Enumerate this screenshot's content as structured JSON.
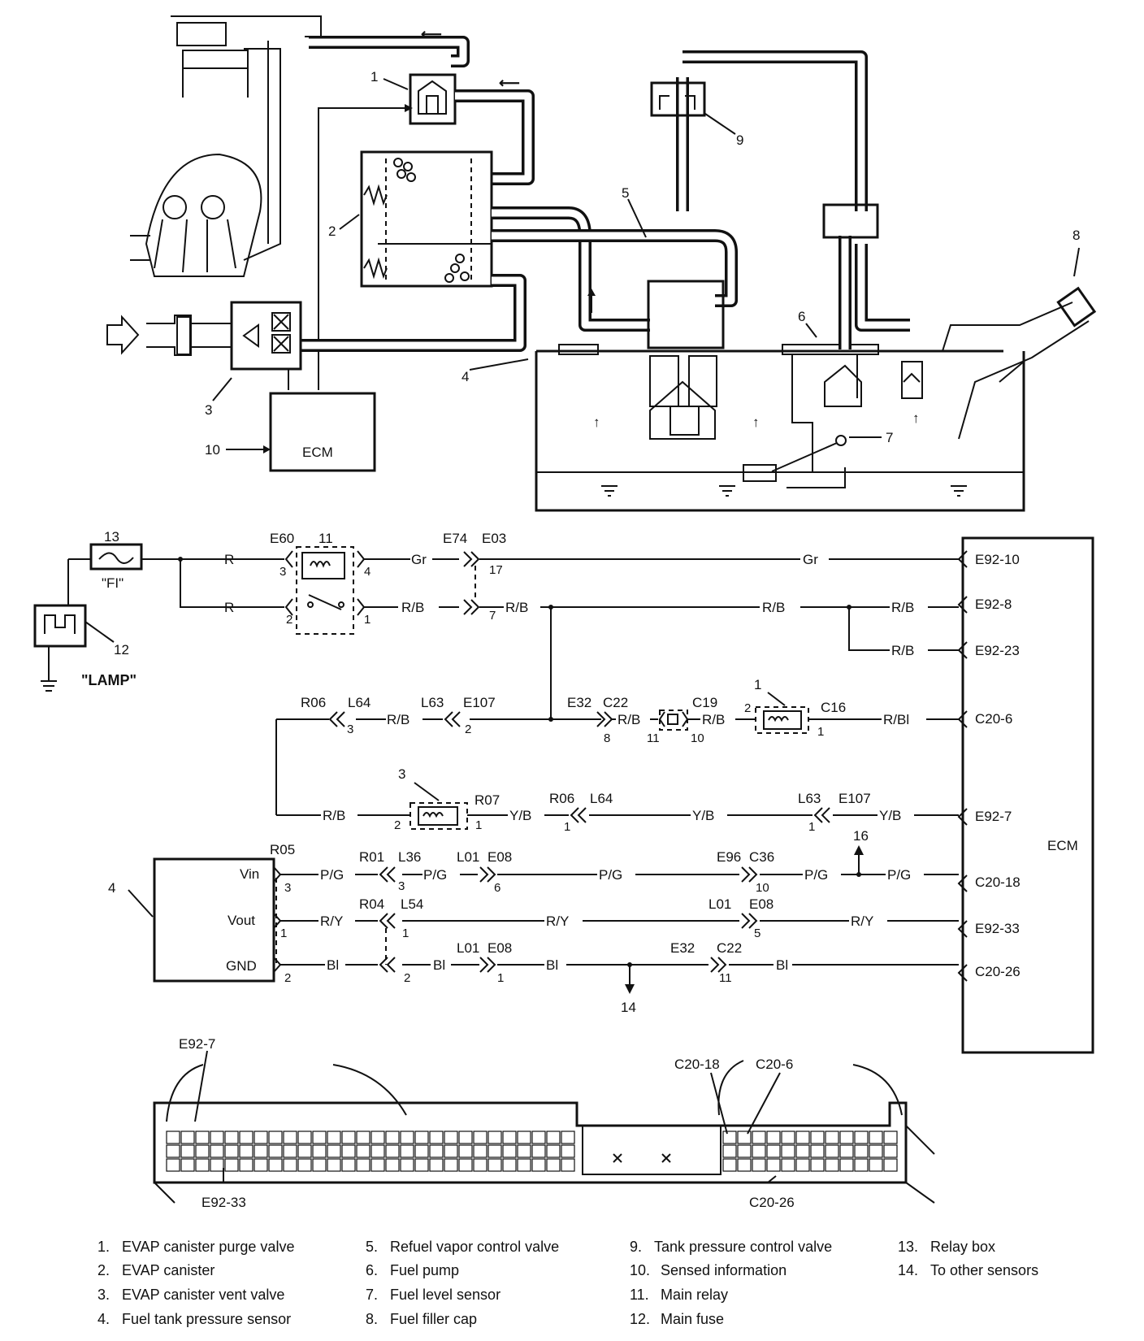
{
  "physical": {
    "callouts": [
      "1",
      "2",
      "3",
      "4",
      "5",
      "6",
      "7",
      "8",
      "9",
      "10"
    ],
    "ecm_label": "ECM"
  },
  "schematic": {
    "ecm_label": "ECM",
    "fuse_label": "\"FI\"",
    "lamp_label": "\"LAMP\"",
    "sensor_pins": {
      "vin": "Vin",
      "vout": "Vout",
      "gnd": "GND"
    },
    "component_numbers": {
      "relay_box": "13",
      "main_relay": "11",
      "main_fuse": "12",
      "purge_valve": "1",
      "vent_valve": "3",
      "pressure_sensor": "4",
      "to_sensor_16": "16",
      "to_other_sensors": "14"
    },
    "ecm_terminals": [
      "E92-10",
      "E92-8",
      "E92-23",
      "C20-6",
      "E92-7",
      "C20-18",
      "E92-33",
      "C20-26"
    ],
    "wire_colors": {
      "gr": "Gr",
      "r": "R",
      "rb": "R/B",
      "rbl": "R/Bl",
      "yb": "Y/B",
      "pg": "P/G",
      "ry": "R/Y",
      "bl": "Bl"
    },
    "connectors": {
      "e60": "E60",
      "e74": "E74",
      "e03": "E03",
      "r06": "R06",
      "l64": "L64",
      "l63": "L63",
      "e107": "E107",
      "e32": "E32",
      "c22": "C22",
      "c19": "C19",
      "c16": "C16",
      "r07": "R07",
      "r05": "R05",
      "r01": "R01",
      "l36": "L36",
      "l01": "L01",
      "e08": "E08",
      "e96": "E96",
      "c36": "C36",
      "r04": "R04",
      "l54": "L54"
    },
    "pin_numbers": [
      "3",
      "4",
      "2",
      "1",
      "17",
      "7",
      "3",
      "2",
      "8",
      "11",
      "10",
      "2",
      "1",
      "2",
      "1",
      "1",
      "1",
      "3",
      "3",
      "6",
      "10",
      "1",
      "1",
      "5",
      "2",
      "2",
      "1",
      "11"
    ]
  },
  "connector_view": {
    "callouts": [
      "E92-7",
      "E92-33",
      "C20-18",
      "C20-6",
      "C20-26"
    ]
  },
  "legend": [
    {
      "num": "1.",
      "text": "EVAP canister purge valve"
    },
    {
      "num": "2.",
      "text": "EVAP canister"
    },
    {
      "num": "3.",
      "text": "EVAP canister vent valve"
    },
    {
      "num": "4.",
      "text": "Fuel tank pressure sensor"
    },
    {
      "num": "5.",
      "text": "Refuel vapor control valve"
    },
    {
      "num": "6.",
      "text": "Fuel pump"
    },
    {
      "num": "7.",
      "text": "Fuel level sensor"
    },
    {
      "num": "8.",
      "text": "Fuel filler cap"
    },
    {
      "num": "9.",
      "text": "Tank pressure control valve"
    },
    {
      "num": "10.",
      "text": "Sensed information"
    },
    {
      "num": "11.",
      "text": "Main relay"
    },
    {
      "num": "12.",
      "text": "Main fuse"
    },
    {
      "num": "13.",
      "text": "Relay box"
    },
    {
      "num": "14.",
      "text": "To other sensors"
    }
  ]
}
